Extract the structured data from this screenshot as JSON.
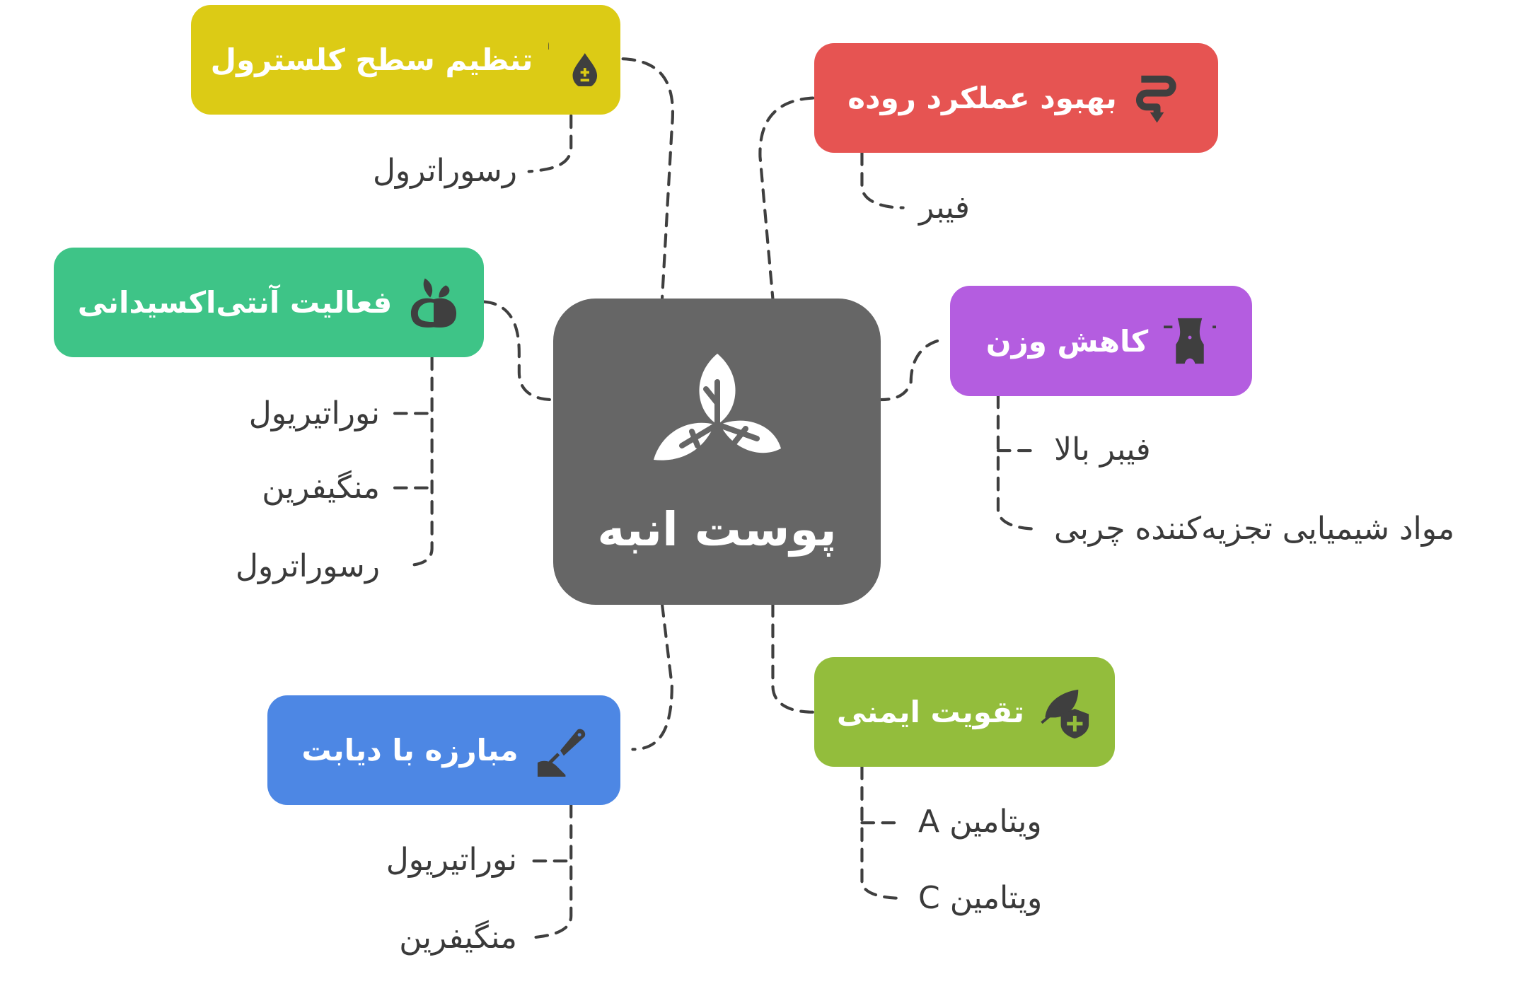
{
  "center": {
    "title": "پوست انبه",
    "icon": "leaves-icon",
    "color": "#666666"
  },
  "branches": [
    {
      "id": "cholesterol",
      "title": "تنظیم سطح کلسترول",
      "icon": "rh-blood-drop-icon",
      "color": "#DCCB15",
      "children": [
        "رسوراترول"
      ]
    },
    {
      "id": "gut",
      "title": "بهبود عملکرد روده",
      "icon": "intestine-icon",
      "color": "#E65452",
      "children": [
        "فیبر"
      ]
    },
    {
      "id": "antioxidant",
      "title": "فعالیت آنتی‌اکسیدانی",
      "icon": "apple-sprout-icon",
      "color": "#3EC487",
      "children": [
        "نوراتیریول",
        "منگیفرین",
        "رسوراترول"
      ]
    },
    {
      "id": "weight",
      "title": "کاهش وزن",
      "icon": "waist-icon",
      "color": "#B45DE0",
      "children": [
        "فیبر بالا",
        "مواد شیمیایی تجزیه‌کننده چربی"
      ]
    },
    {
      "id": "immunity",
      "title": "تقویت ایمنی",
      "icon": "leaf-shield-icon",
      "color": "#93BD3C",
      "children": [
        "ویتامین A",
        "ویتامین C"
      ]
    },
    {
      "id": "diabetes",
      "title": "مبارزه با دیابت",
      "icon": "glucose-meter-icon",
      "color": "#4D87E4",
      "children": [
        "نوراتیریول",
        "منگیفرین"
      ]
    }
  ]
}
